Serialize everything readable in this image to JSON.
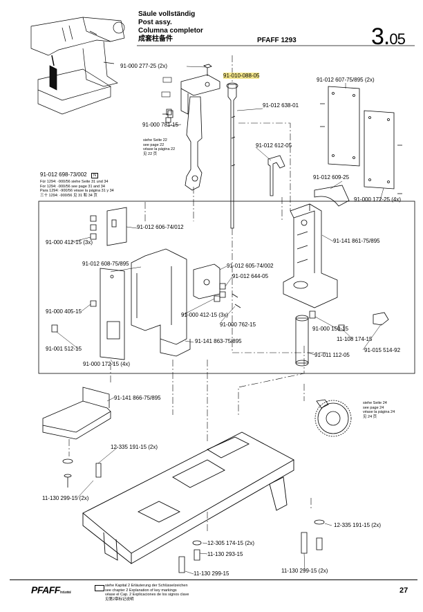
{
  "header": {
    "title_de": "Säule vollständig",
    "title_en": "Post assy.",
    "title_es": "Columna completor",
    "title_cn": "成套柱备件",
    "model": "PFAFF 1293",
    "page_code_main": "3.",
    "page_code_sub": "05"
  },
  "labels": {
    "p1": "91-000 277-25 (2x)",
    "p2": "91-000 781-15",
    "p3": "91-010-088-05",
    "p4": "91-012 638-01",
    "p5": "91-012 612-05",
    "p6": "91-012 607-75/895 (2x)",
    "p7": "91-012 609-25",
    "p8": "91-000 172-25 (4x)",
    "p9": "91-012 698-73/002",
    "p9_badge": "N",
    "p10": "91-012 606-74/012",
    "p11": "91-000 412-15 (3x)",
    "p12": "91-141 861-75/895",
    "p13": "91-012 608-75/895",
    "p14": "91-012 605-74/002",
    "p15": "91-012 644-05",
    "p16": "91-000 405-15",
    "p17": "91-000 412-15 (3x)",
    "p18": "91-000 762-15",
    "p19": "91-000 150-15",
    "p20": "11-108 174-15",
    "p21": "91-015 514-92",
    "p22": "91-001 512-15",
    "p23": "91-141 863-75/895",
    "p24": "91-011 112-05",
    "p25": "91-000 172-15 (4x)",
    "p26": "91-141 866-75/895",
    "p27": "12-335 191-15 (2x)",
    "p28": "11-130 299-15 (2x)",
    "p29": "12-335 191-15 (2x)",
    "p30": "12-305 174-15 (2x)",
    "p31": "11-130 293-15",
    "p32": "11-130 299-15",
    "p33": "11-130 299-15 (2x)"
  },
  "notes": {
    "see22_l1": "siehe Seite 22",
    "see22_l2": "see page 22",
    "see22_l3": "véase la página 22",
    "see22_l4": "见 22 页",
    "note1294_l1": "Für 1294: -900/56 siehe Seite 31 und 34",
    "note1294_l2": "For 1294: -900/56 see page 31 and 34",
    "note1294_l3": "Para 1294: -900/56 véase la página 31 y 34",
    "note1294_l4": "三十 1294: -900/56 见 31 和 34 页",
    "see24_l1": "siehe Seite 24",
    "see24_l2": "see page 24",
    "see24_l3": "véase la página 24",
    "see24_l4": "见 24 页"
  },
  "footer": {
    "brand": "PFAFF",
    "brand_suffix": "Industrial",
    "legend_l1": "siehe Kapital 2 Erläuterung der Schlüsselzeichen",
    "legend_l2": "see chapter 2 Explanation of key markings",
    "legend_l3": "véase el Cap. 2 Explicaciones de los signos clave",
    "legend_l4": "见第2章标记说明",
    "page_number": "27"
  }
}
